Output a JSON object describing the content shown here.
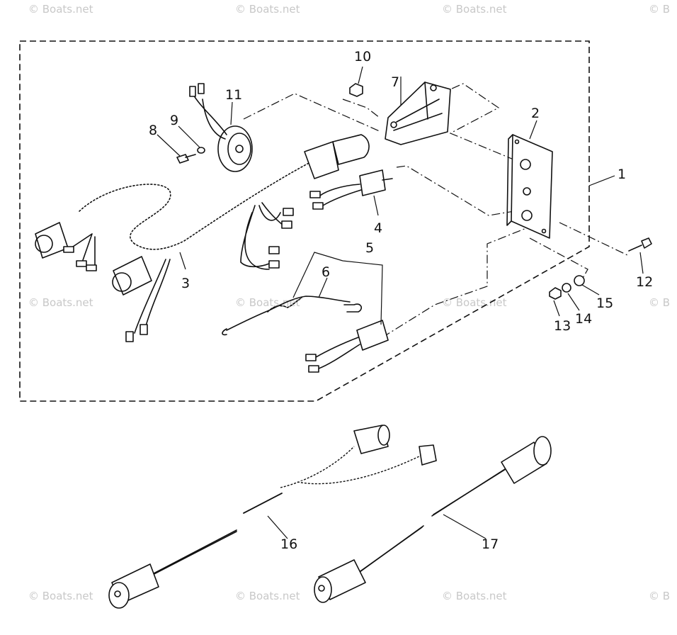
{
  "watermarks": [
    "© Boats.net",
    "© Boats.net",
    "© Boats.net",
    "© B",
    "© Boats.net",
    "© Boats.net",
    "© Boats.net",
    "© B",
    "© Boats.net",
    "© Boats.net",
    "© Boats.net",
    "© B"
  ],
  "callouts": {
    "p1": "1",
    "p2": "2",
    "p3": "3",
    "p4": "4",
    "p5": "5",
    "p6": "6",
    "p7": "7",
    "p8": "8",
    "p9": "9",
    "p10": "10",
    "p11": "11",
    "p12": "12",
    "p13": "13",
    "p14": "14",
    "p15": "15",
    "p16": "16",
    "p17": "17"
  }
}
